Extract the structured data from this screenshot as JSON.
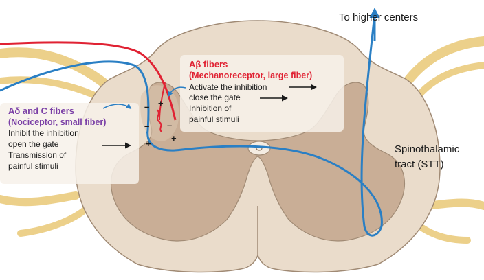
{
  "labels": {
    "higher_centers": "To higher centers",
    "spinothalamic_line1": "Spinothalamic",
    "spinothalamic_line2": "tract (STT)"
  },
  "ab_fibers": {
    "title": "Aβ fibers",
    "subtitle": "(Mechanoreceptor, large fiber)",
    "line1": "Activate the inhibition",
    "line2": "close the gate",
    "line3": "Inhibition of",
    "line4": "painful stimuli"
  },
  "ad_c_fibers": {
    "title": "Aδ and C fibers",
    "subtitle": "(Nociceptor, small fiber)",
    "line1": "Inhibit the inhibition",
    "line2": "open the gate",
    "line3": "Transmission of",
    "line4": "painful stimuli"
  },
  "synapse_signs": {
    "plus": "+",
    "minus": "–"
  },
  "colors": {
    "cord_fill": "#eadccb",
    "gray_matter": "#c9ae96",
    "cord_outline": "#a08a74",
    "nerve_root": "#ecd08a",
    "ab_fiber": "#e02233",
    "ad_c_fiber": "#2a7fc4",
    "ad_c_title": "#7a3fa6",
    "label_box": "#f7f1ea"
  }
}
